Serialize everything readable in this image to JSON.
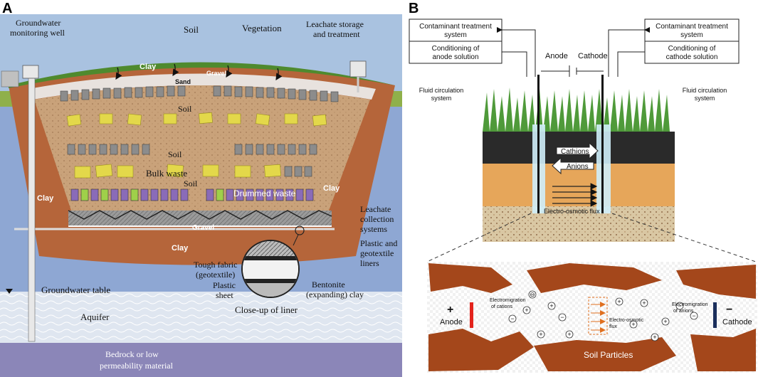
{
  "panel_a": {
    "letter": "A",
    "labels": {
      "groundwater_monitoring_well": [
        "Groundwater",
        "monitoring well"
      ],
      "soil_top": "Soil",
      "vegetation": "Vegetation",
      "leachate_storage": [
        "Leachate storage",
        "and treatment"
      ],
      "clay_top": "Clay",
      "gravel_top": "Gravel",
      "sand": "Sand",
      "soil_1": "Soil",
      "soil_2": "Soil",
      "bulk_waste": "Bulk waste",
      "soil_3": "Soil",
      "drummed_waste": "Drummed waste",
      "clay_left": "Clay",
      "clay_right": "Clay",
      "leachate_collection": [
        "Leachate",
        "collection",
        "systems"
      ],
      "gravel_bottom": "Gravel",
      "clay_bottom": "Clay",
      "plastic_geotextile": [
        "Plastic and",
        "geotextile",
        "liners"
      ],
      "tough_fabric": [
        "Tough fabric",
        "(geotextile)"
      ],
      "plastic_sheet": [
        "Plastic",
        "sheet"
      ],
      "bentonite": [
        "Bentonite",
        "(expanding) clay"
      ],
      "groundwater_table": "Groundwater table",
      "aquifer": "Aquifer",
      "closeup": "Close-up of liner",
      "bedrock": [
        "Bedrock or low",
        "permeability material"
      ]
    }
  },
  "panel_b": {
    "letter": "B",
    "labels": {
      "contaminant_left": [
        "Contaminant treatment",
        "system"
      ],
      "conditioning_anode": [
        "Conditioning of",
        "anode solution"
      ],
      "contaminant_right": [
        "Contaminant treatment",
        "system"
      ],
      "conditioning_cathode": [
        "Conditioning of",
        "cathode solution"
      ],
      "anode_top": "Anode",
      "cathode_top": "Cathode",
      "fluid_left": [
        "Fluid circulation",
        "system"
      ],
      "fluid_right": [
        "Fluid circulation",
        "system"
      ],
      "cations": "Cathions",
      "anions": "Anions",
      "eo_flux": "Electro-osmotic flux",
      "anode_plus": "+",
      "anode_bottom": "Anode",
      "cathode_minus": "−",
      "cathode_bottom": "Cathode",
      "electromigration_cations": [
        "Electromigration",
        "of cations"
      ],
      "electromigration_anions": [
        "Electromigration",
        "of anions"
      ],
      "eo_flux_small": [
        "Electro-osmotic",
        "flux"
      ],
      "soil_particles": "Soil Particles"
    }
  },
  "colors": {
    "sky": "#a9c2e0",
    "clay": "#b5653a",
    "soil": "#c9a27a",
    "waste": "#e3d84a",
    "drums_purple": "#8a6bb8",
    "aquifer": "#dfe6f0",
    "bedrock": "#8b86b8",
    "water_blue": "#cfeefa",
    "particle": "#a4471b",
    "anode_red": "#e3231c",
    "cathode_navy": "#1b2f5c"
  }
}
